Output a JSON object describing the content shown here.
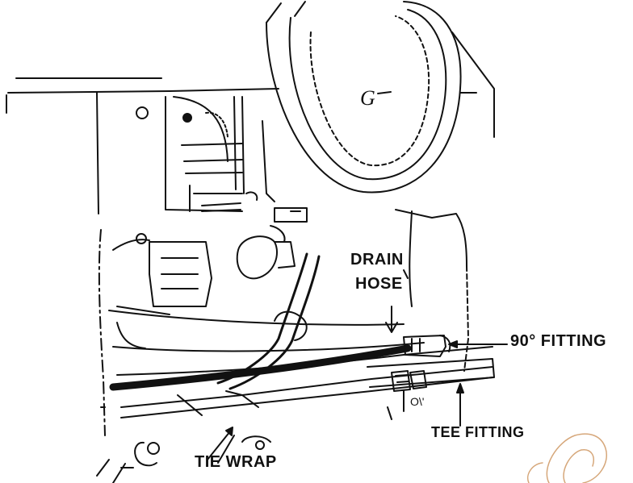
{
  "labels": {
    "drain": "DRAIN",
    "hose": "HOSE",
    "ninety_fitting": "90° FITTING",
    "tee_fitting": "TEE FITTING",
    "tie_wrap": "TIE WRAP",
    "component_mark": "G"
  },
  "colors": {
    "ink": "#111111",
    "background": "#ffffff",
    "watermark": "#d6a77a"
  }
}
